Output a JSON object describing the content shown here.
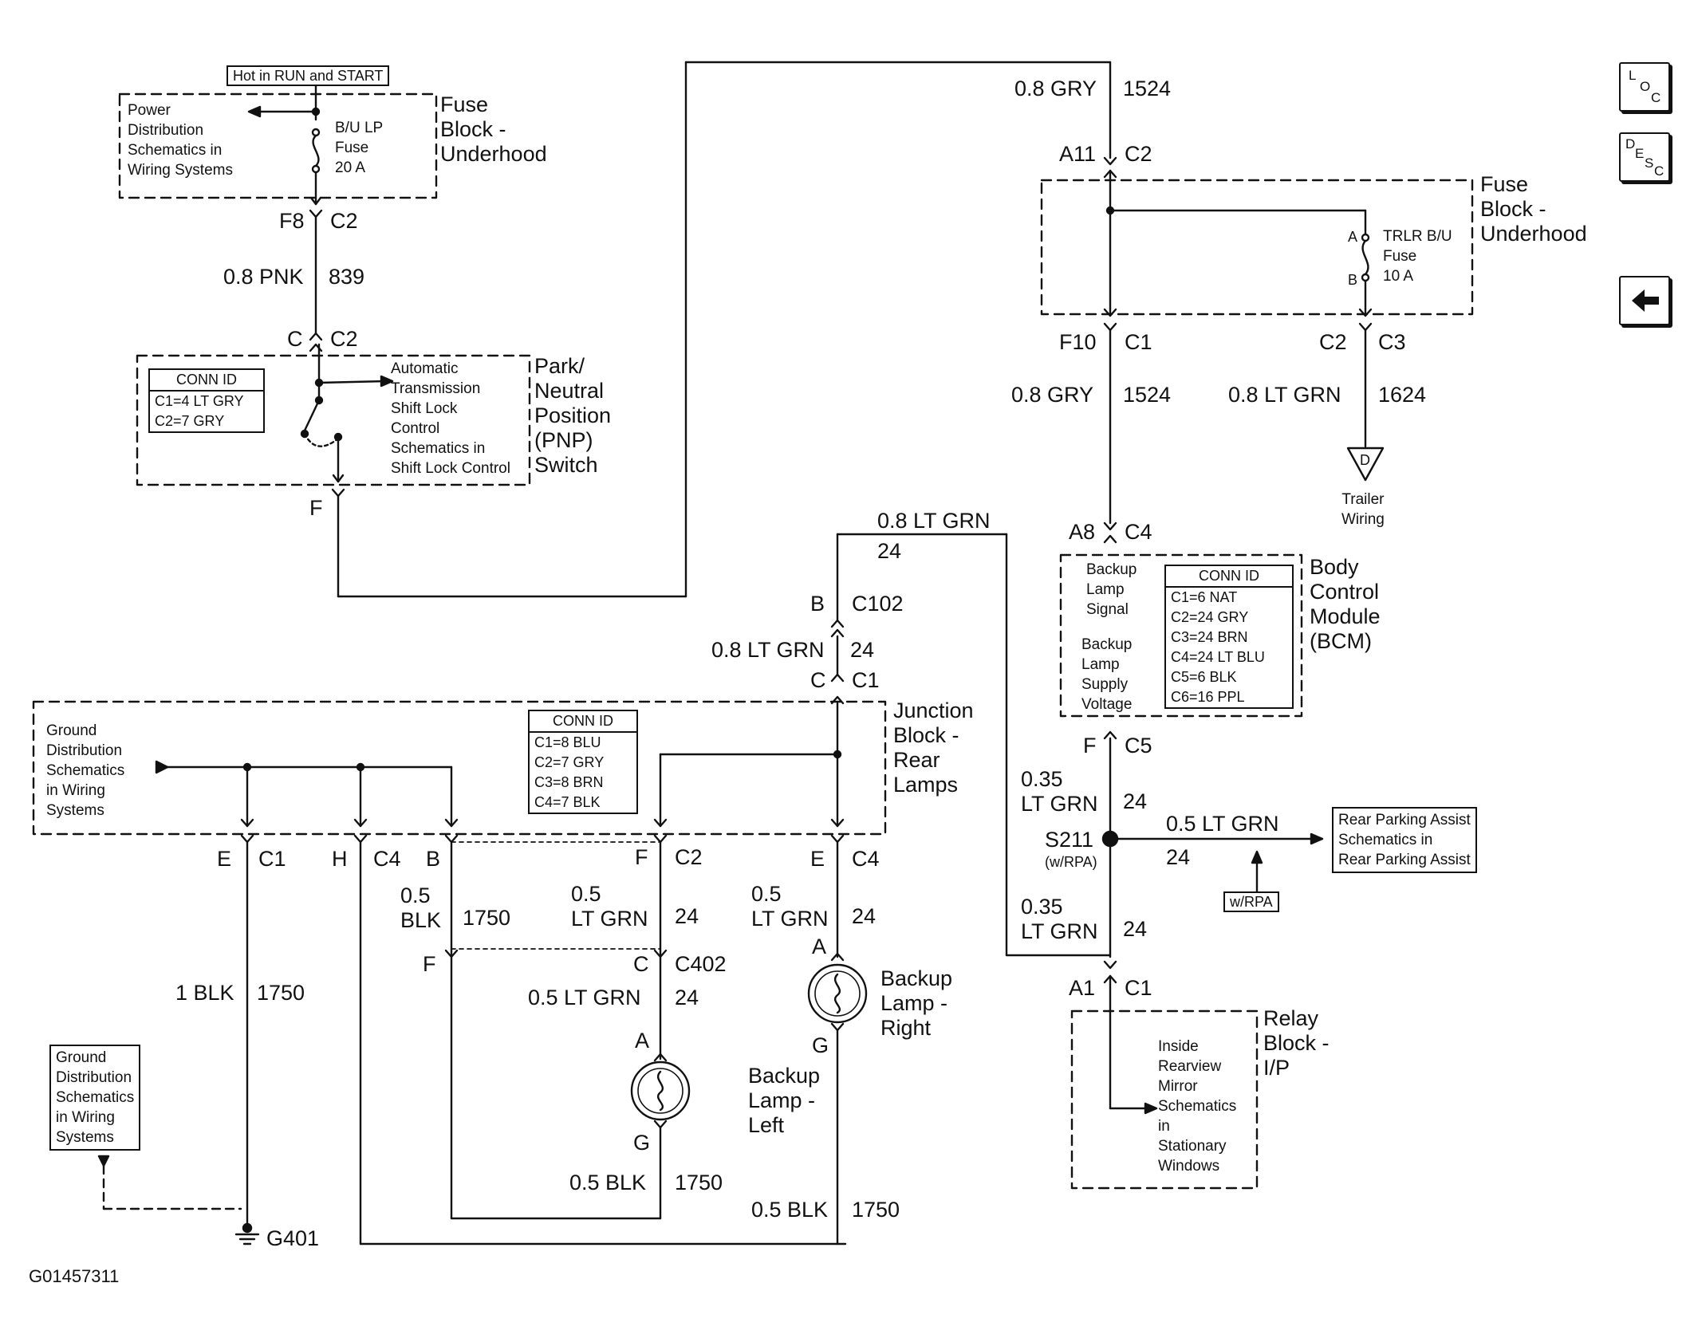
{
  "figure_id": "G01457311",
  "nav_icons": {
    "loc": [
      "L",
      "O",
      "C"
    ],
    "desc": [
      "D",
      "E",
      "S",
      "C"
    ],
    "back_arrow": "left-arrow-icon"
  },
  "power_feed": {
    "hot_label": "Hot in RUN and START",
    "power_dist_ref": "Power\nDistribution\nSchematics in\nWiring Systems",
    "fuse_label": "B/U LP\nFuse\n20 A",
    "fuse_block_label": "Fuse\nBlock -\nUnderhood",
    "f8": "F8",
    "c2_top": "C2",
    "wire_size": "0.8 PNK",
    "wire_circuit": "839",
    "pnp_pin": "C",
    "pnp_conn": "C2"
  },
  "pnp_switch": {
    "conn_id_header": "CONN ID",
    "conn_id_rows": [
      "C1=4 LT GRY",
      "C2=7 GRY"
    ],
    "shift_lock_ref": "Automatic\nTransmission\nShift Lock\nControl\nSchematics in\nShift Lock Control",
    "name": "Park/\nNeutral\nPosition\n(PNP)\nSwitch",
    "out_pin": "F"
  },
  "fuse_block_right": {
    "wire_in_size": "0.8 GRY",
    "wire_in_circuit": "1524",
    "pin_a11": "A11",
    "conn_c2": "C2",
    "fuse_label": "TRLR B/U\nFuse\n10 A",
    "fuse_pin_a": "A",
    "fuse_pin_b": "B",
    "name": "Fuse\nBlock -\nUnderhood",
    "pin_f10": "F10",
    "conn_c1": "C1",
    "pin_c2": "C2",
    "conn_c3": "C3",
    "wire_out_size": "0.8 GRY",
    "wire_out_circuit": "1524",
    "trailer_wire_size": "0.8 LT GRN",
    "trailer_wire_circuit": "1624",
    "trailer_flag": "D",
    "trailer_label": "Trailer\nWiring"
  },
  "bcm": {
    "pin_a8": "A8",
    "conn_c4": "C4",
    "signal_label": "Backup\nLamp\nSignal",
    "supply_label": "Backup\nLamp\nSupply\nVoltage",
    "conn_id_header": "CONN ID",
    "conn_id_rows": [
      "C1=6 NAT",
      "C2=24 GRY",
      "C3=24 BRN",
      "C4=24 LT BLU",
      "C5=6 BLK",
      "C6=16 PPL"
    ],
    "name": "Body\nControl\nModule\n(BCM)",
    "pin_f": "F",
    "conn_c5": "C5"
  },
  "signal_path": {
    "top_wire_size": "0.8 LT GRN",
    "top_wire_circuit": "24",
    "c102_pin": "B",
    "c102": "C102",
    "mid_wire_size": "0.8 LT GRN",
    "mid_wire_circuit": "24",
    "jb_pin": "C",
    "jb_conn": "C1",
    "bcm_out_size": "0.35\nLT GRN",
    "bcm_out_circuit": "24",
    "splice": "S211",
    "splice_note": "(w/RPA)",
    "rpa_wire_size": "0.5 LT GRN",
    "rpa_wire_circuit": "24",
    "rpa_ref": "Rear Parking Assist\nSchematics in\nRear Parking Assist",
    "rpa_option": "w/RPA",
    "relay_wire_size": "0.35\nLT GRN",
    "relay_wire_circuit": "24",
    "relay_pin": "A1",
    "relay_conn": "C1"
  },
  "relay_block": {
    "mirror_ref": "Inside\nRearview\nMirror\nSchematics\nin\nStationary\nWindows",
    "name": "Relay\nBlock -\nI/P"
  },
  "junction_block": {
    "ground_ref": "Ground\nDistribution\nSchematics\nin Wiring\nSystems",
    "conn_id_header": "CONN ID",
    "conn_id_rows": [
      "C1=8 BLU",
      "C2=7 GRY",
      "C3=8 BRN",
      "C4=7 BLK"
    ],
    "name": "Junction\nBlock -\nRear\nLamps",
    "pin_e1": "E",
    "conn_c1": "C1",
    "pin_h": "H",
    "conn_c4a": "C4",
    "pin_b": "B",
    "pin_f": "F",
    "conn_c2": "C2",
    "pin_e2": "E",
    "conn_c4b": "C4"
  },
  "lamps": {
    "left_black_size": "0.5\nBLK",
    "left_black_circuit": "1750",
    "left_green_size": "0.5\nLT GRN",
    "left_green_circuit": "24",
    "right_green_size": "0.5\nLT GRN",
    "right_green_circuit": "24",
    "c402_pin_f": "F",
    "c402_pin_c": "C",
    "c402": "C402",
    "left_feed_size": "0.5 LT GRN",
    "left_feed_circuit": "24",
    "left_pin_a": "A",
    "left_pin_g": "G",
    "left_name": "Backup\nLamp -\nLeft",
    "left_gnd_size": "0.5 BLK",
    "left_gnd_circuit": "1750",
    "right_pin_a": "A",
    "right_pin_g": "G",
    "right_name": "Backup\nLamp -\nRight",
    "right_gnd_size": "0.5 BLK",
    "right_gnd_circuit": "1750"
  },
  "ground": {
    "wire_size": "1 BLK",
    "wire_circuit": "1750",
    "ref": "Ground\nDistribution\nSchematics\nin Wiring\nSystems",
    "point": "G401"
  }
}
